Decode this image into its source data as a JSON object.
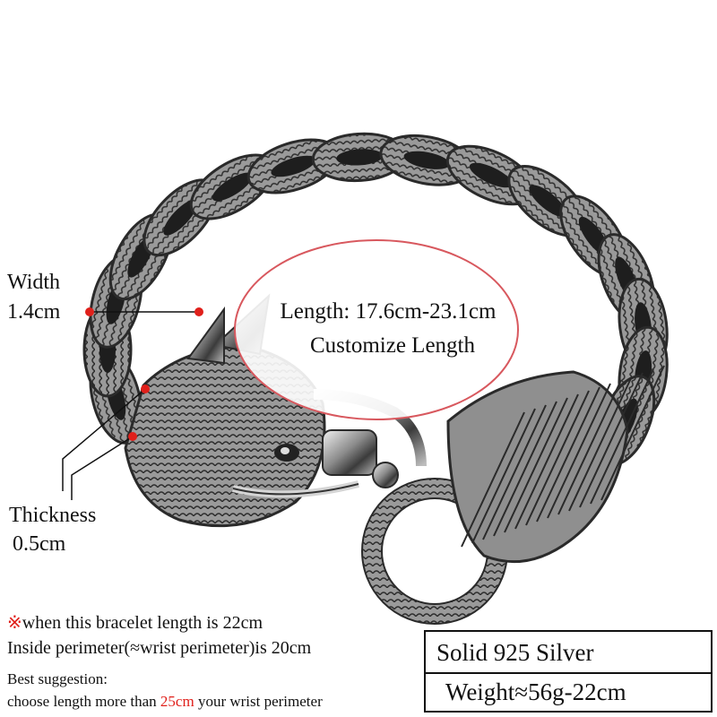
{
  "labels": {
    "width_title": "Width",
    "width_value": "1.4cm",
    "thickness_title": "Thickness",
    "thickness_value": "0.5cm"
  },
  "center_note": {
    "length": "Length: 17.6cm-23.1cm",
    "customize": "Customize Length"
  },
  "notes": {
    "line1_symbol": "※",
    "line1": "when this bracelet length is 22cm",
    "line2": "Inside perimeter(≈wrist perimeter)is 20cm",
    "suggestion_title": "Best suggestion:",
    "suggestion_before": "choose length more than ",
    "suggestion_highlight": "25cm",
    "suggestion_after": " your wrist perimeter"
  },
  "spec_box": {
    "material": "Solid 925 Silver",
    "weight": "Weight≈56g-22cm"
  },
  "colors": {
    "accent_red": "#e0201b",
    "oval_stroke": "#d8585e",
    "silver_dark": "#3a3a3a",
    "silver_light": "#d9d9d9"
  },
  "icons": {
    "product": "dragon-head-bracelet-image"
  }
}
